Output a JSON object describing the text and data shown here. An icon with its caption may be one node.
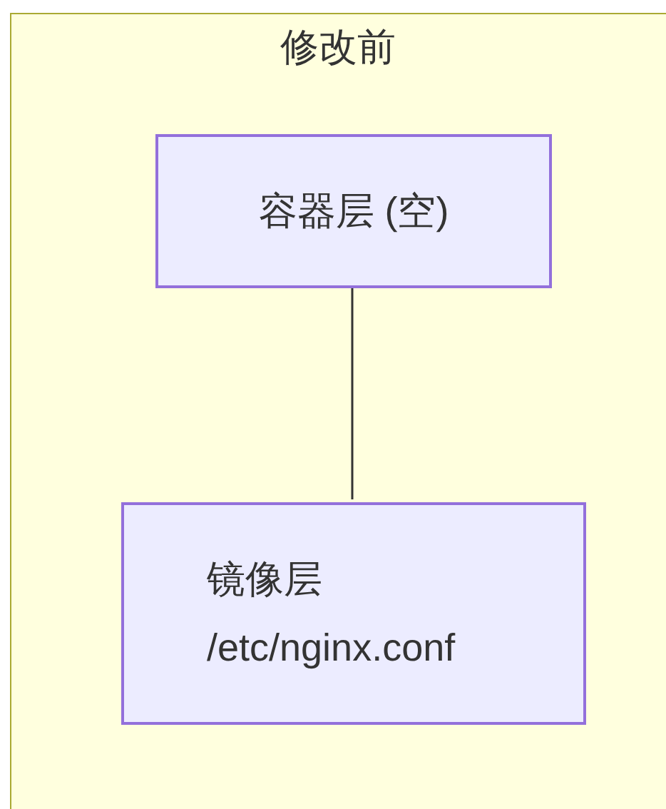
{
  "diagram": {
    "nodes": [
      {
        "text": [
          "修改前"
        ]
      },
      {
        "text": [
          "容器层 (空)"
        ],
        "in": 0
      },
      {
        "text": [
          "镜像层",
          "/etc/nginx.conf"
        ],
        "in": 0
      }
    ],
    "edges": [
      {
        "from": 1,
        "to": 2,
        "arrow": "none"
      }
    ]
  }
}
